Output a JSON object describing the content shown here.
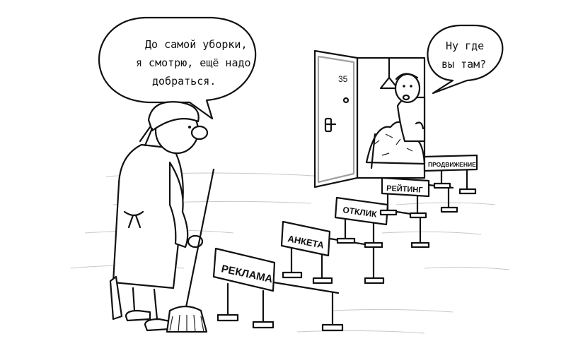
{
  "speech_left": {
    "lines": [
      "До самой уборки,",
      "я смотрю, ещё надо",
      "добраться."
    ]
  },
  "speech_right": {
    "lines": [
      "Ну где",
      "вы там?"
    ]
  },
  "door": {
    "number": "35"
  },
  "barriers": [
    {
      "label": "РЕКЛАМА"
    },
    {
      "label": "АНКЕТА"
    },
    {
      "label": "ОТКЛИК"
    },
    {
      "label": "РЕЙТИНГ"
    },
    {
      "label": "ПРОДВИЖЕНИЕ"
    }
  ],
  "colors": {
    "ink": "#111111",
    "paper": "#ffffff",
    "floor": "#c8c8c8"
  }
}
